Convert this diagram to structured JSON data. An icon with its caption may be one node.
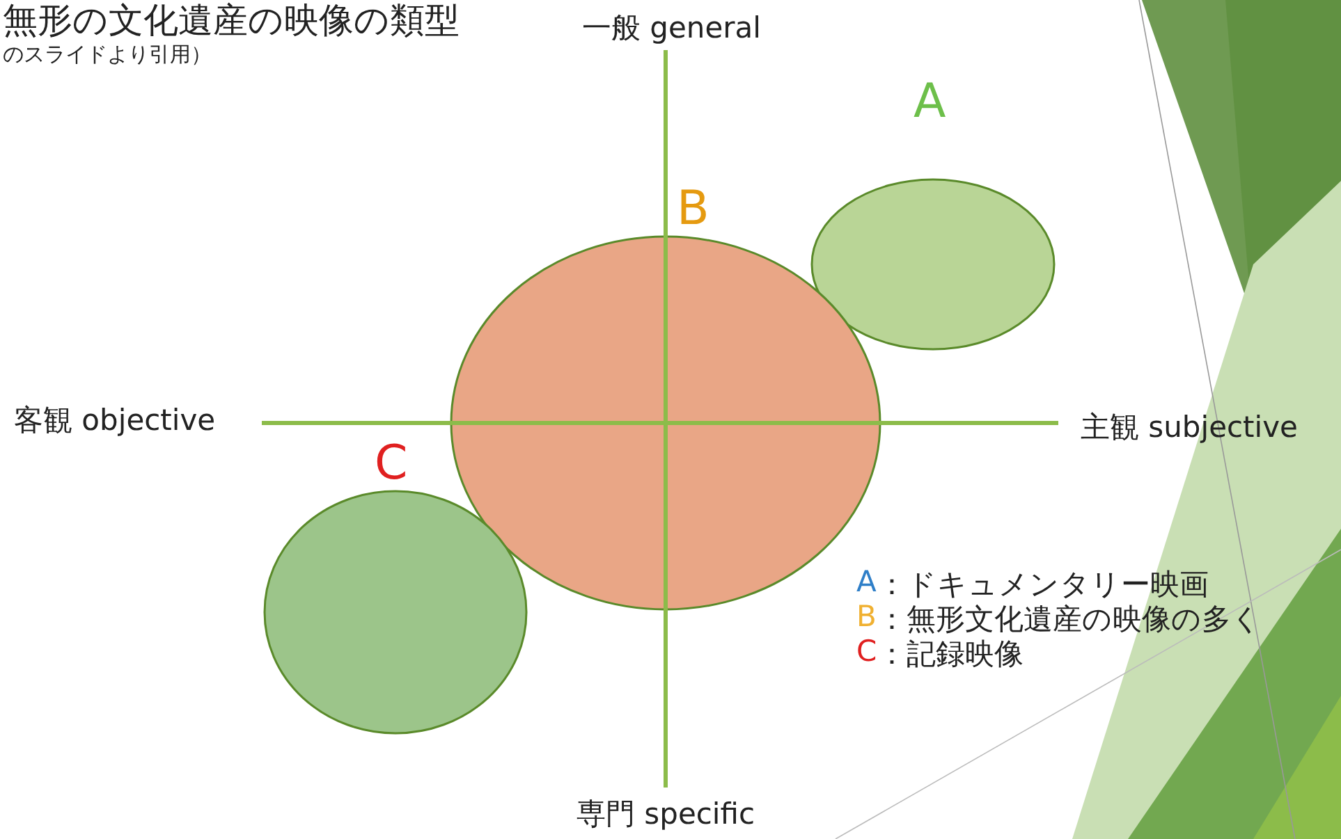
{
  "diagram": {
    "title": "無形の文化遺産の映像の類型",
    "nodes": [
      {
        "text": [
          "A"
        ]
      },
      {
        "text": [
          "B"
        ]
      },
      {
        "text": [
          "C"
        ]
      }
    ],
    "edges": [],
    "labels": [
      "のスライドより引用）",
      "一般 general",
      "客観 objective",
      "主観 subjective",
      "専門 specific",
      "A",
      "：ドキュメンタリー映画",
      "B",
      "：無形文化遺産の映像の多く",
      "C",
      "：記録映像"
    ]
  }
}
